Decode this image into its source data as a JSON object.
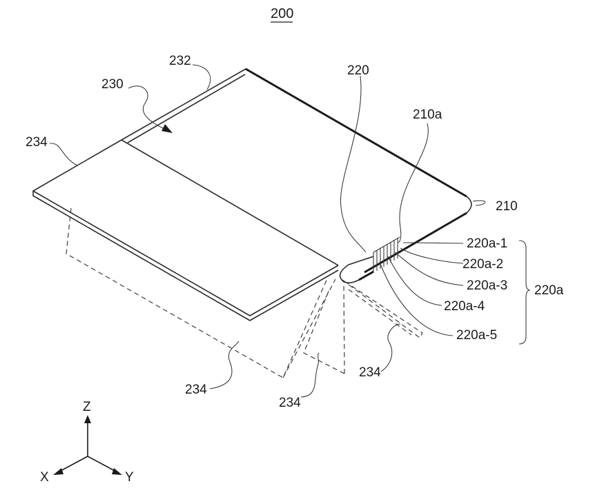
{
  "figure_number": "200",
  "labels": {
    "l230": "230",
    "l232": "232",
    "l234_top": "234",
    "l220": "220",
    "l210a": "210a",
    "l210": "210",
    "l220a1": "220a-1",
    "l220a2": "220a-2",
    "l220a3": "220a-3",
    "l220a4": "220a-4",
    "l220a5": "220a-5",
    "l220a": "220a",
    "l234_a": "234",
    "l234_b": "234",
    "l234_c": "234"
  },
  "axes": {
    "z": "Z",
    "x": "X",
    "y": "Y"
  },
  "colors": {
    "line": "#1a1a1a",
    "background": "#ffffff"
  }
}
